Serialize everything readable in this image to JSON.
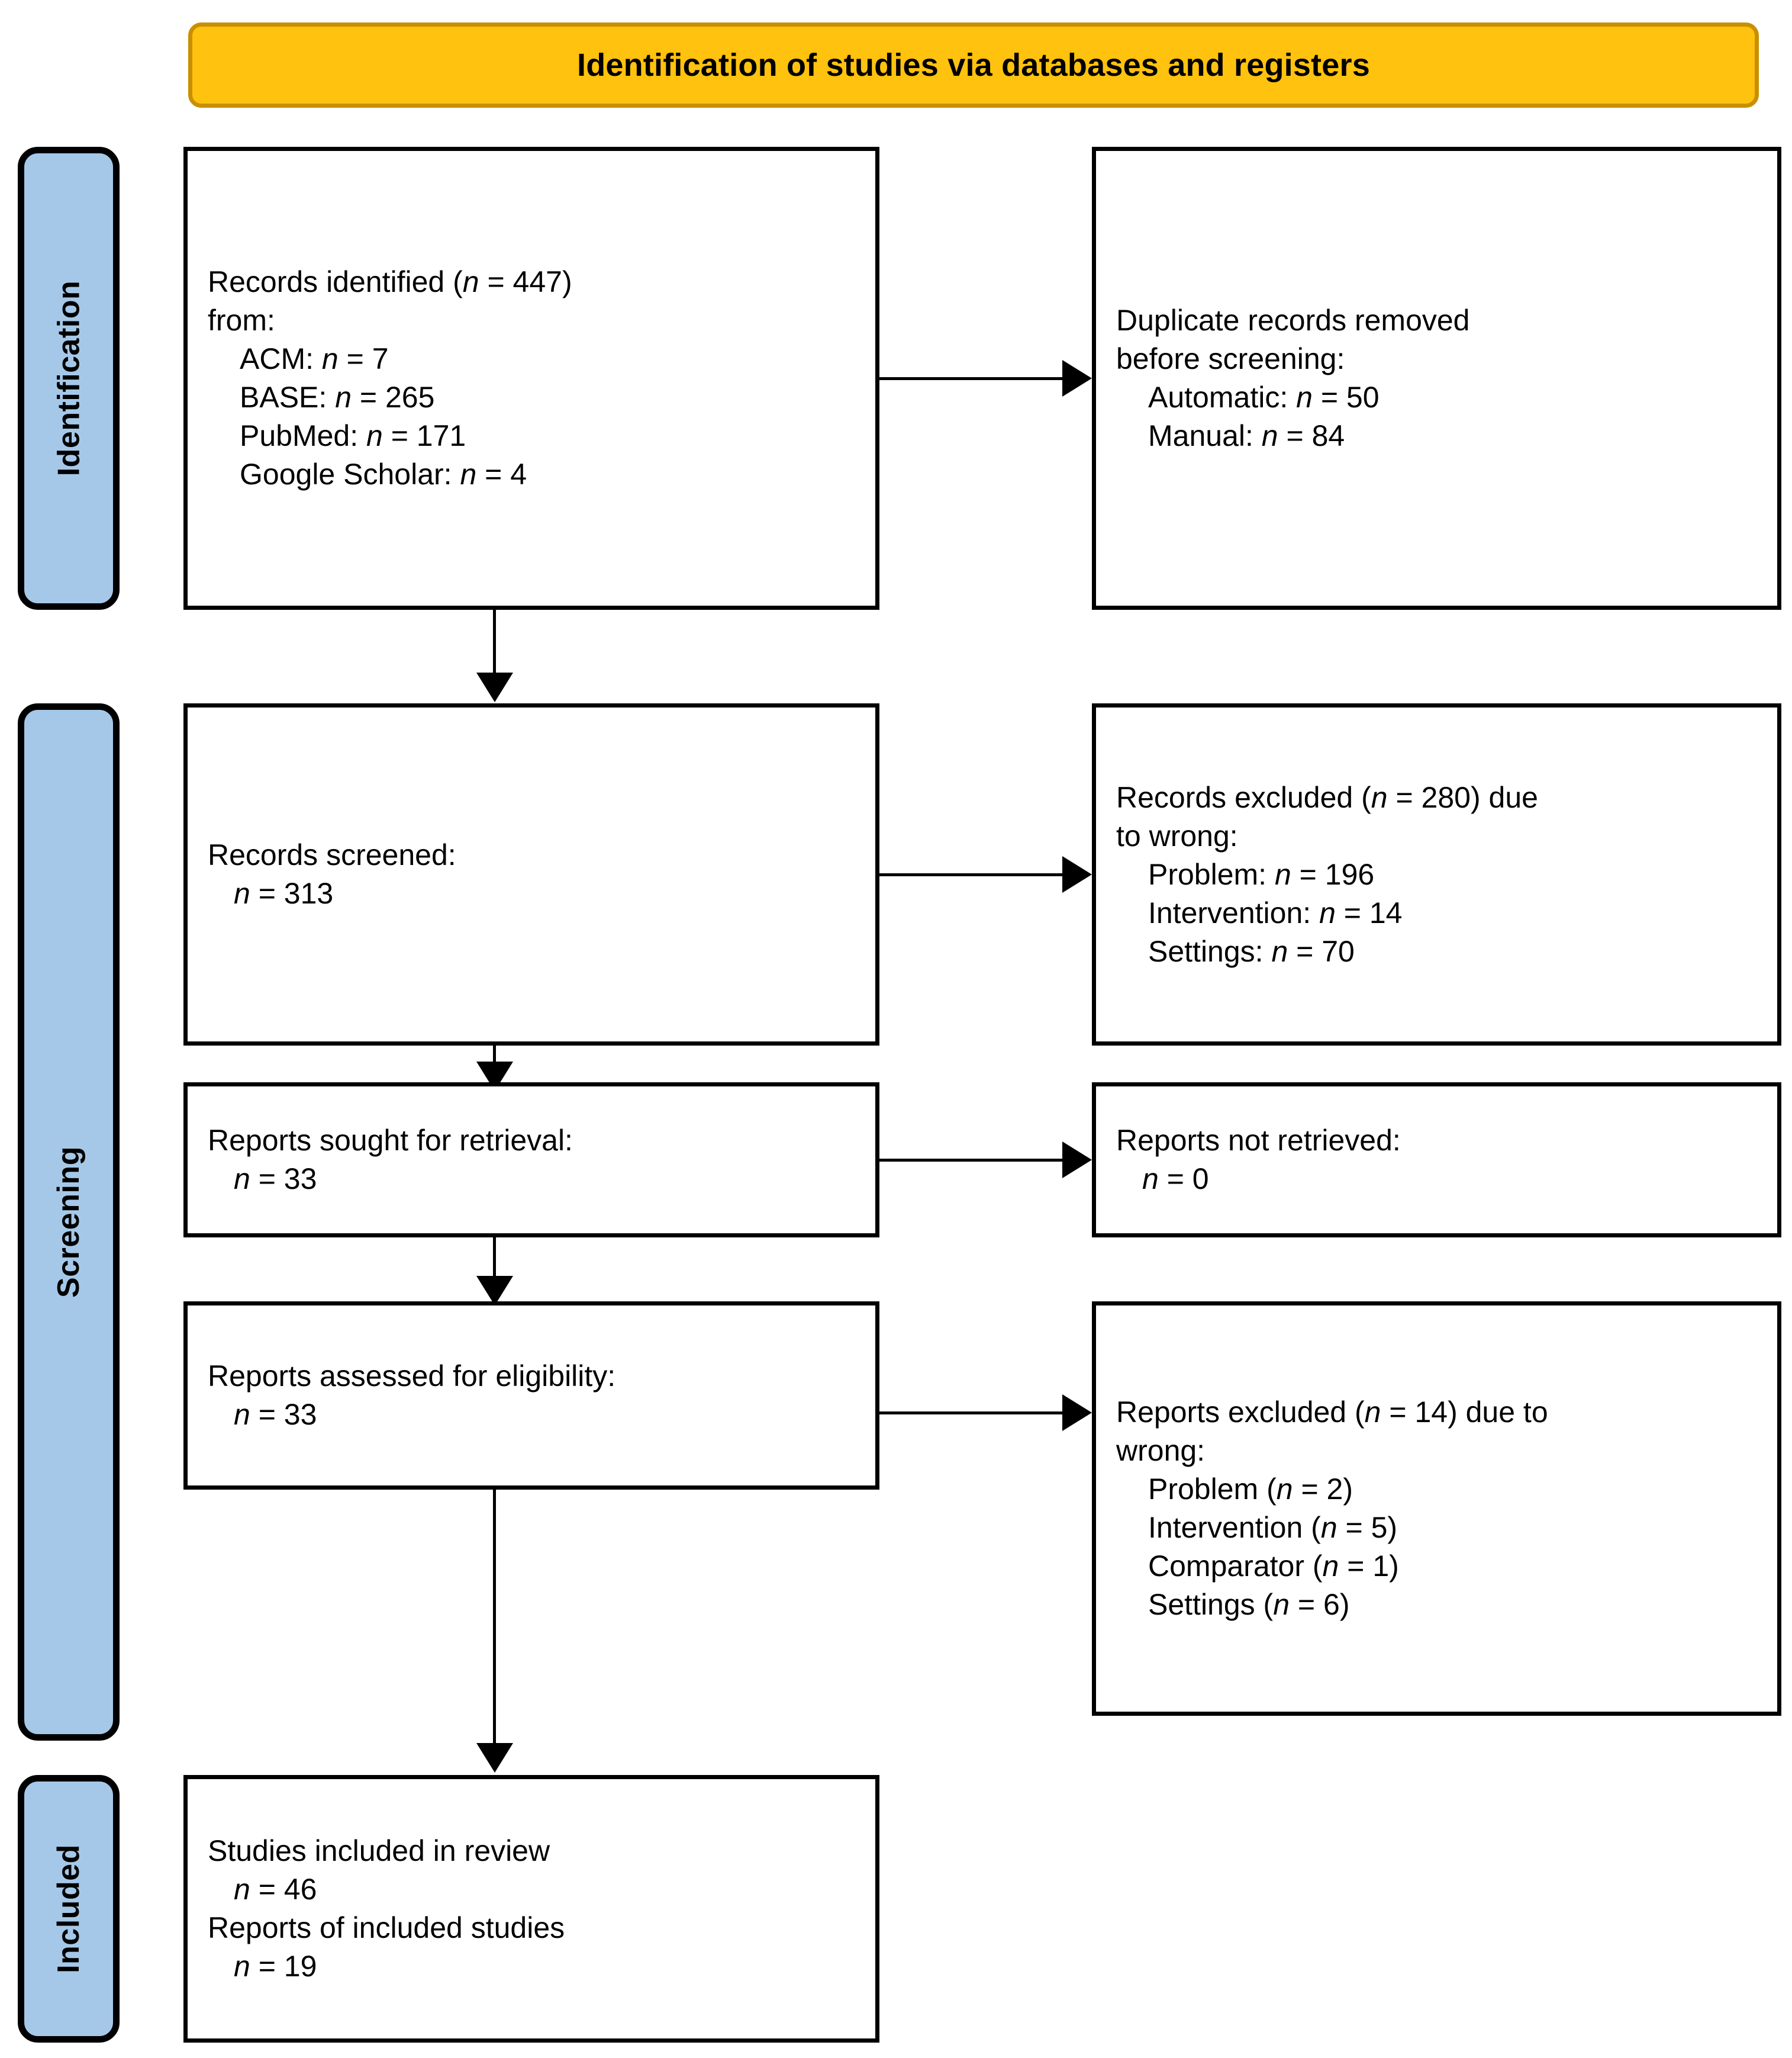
{
  "banner": {
    "title": "Identification of studies via databases and registers"
  },
  "stages": [
    {
      "id": "identification",
      "label": "Identification"
    },
    {
      "id": "screening",
      "label": "Screening"
    },
    {
      "id": "included",
      "label": "Included"
    }
  ],
  "boxes": {
    "records_identified": {
      "lines": [
        {
          "text": "Records identified (",
          "n": "n",
          "tail": " = 447)",
          "indent": 0
        },
        {
          "text": "from:",
          "indent": 0
        },
        {
          "text": "ACM: ",
          "n": "n",
          "tail": " = 7",
          "indent": 1
        },
        {
          "text": "BASE: ",
          "n": "n",
          "tail": " = 265",
          "indent": 1
        },
        {
          "text": "PubMed: ",
          "n": "n",
          "tail": " = 171",
          "indent": 1
        },
        {
          "text": "Google Scholar: ",
          "n": "n",
          "tail": " = 4",
          "indent": 1
        }
      ]
    },
    "duplicates_removed": {
      "lines": [
        {
          "text": "Duplicate records removed",
          "indent": 0
        },
        {
          "text": "before screening:",
          "indent": 0
        },
        {
          "text": "Automatic: ",
          "n": "n",
          "tail": " = 50",
          "indent": 1
        },
        {
          "text": "Manual: ",
          "n": "n",
          "tail": " = 84",
          "indent": 1
        }
      ]
    },
    "records_screened": {
      "lines": [
        {
          "text": "Records screened:",
          "indent": 0
        },
        {
          "text": "",
          "n": "n",
          "tail": " = 313",
          "indent": 2
        }
      ]
    },
    "records_excluded": {
      "lines": [
        {
          "text": "Records excluded (",
          "n": "n",
          "tail": " = 280) due",
          "indent": 0
        },
        {
          "text": "to wrong:",
          "indent": 0
        },
        {
          "text": "Problem: ",
          "n": "n",
          "tail": " = 196",
          "indent": 1
        },
        {
          "text": "Intervention: ",
          "n": "n",
          "tail": " = 14",
          "indent": 1
        },
        {
          "text": "Settings: ",
          "n": "n",
          "tail": " = 70",
          "indent": 1
        }
      ]
    },
    "reports_sought": {
      "lines": [
        {
          "text": "Reports sought for retrieval:",
          "indent": 0
        },
        {
          "text": "",
          "n": "n",
          "tail": " = 33",
          "indent": 2
        }
      ]
    },
    "reports_not_retrieved": {
      "lines": [
        {
          "text": "Reports not retrieved:",
          "indent": 0
        },
        {
          "text": "",
          "n": "n",
          "tail": " = 0",
          "indent": 2
        }
      ]
    },
    "reports_assessed": {
      "lines": [
        {
          "text": "Reports assessed for eligibility:",
          "indent": 0
        },
        {
          "text": "",
          "n": "n",
          "tail": " = 33",
          "indent": 2
        }
      ]
    },
    "reports_excluded": {
      "lines": [
        {
          "text": "Reports excluded (",
          "n": "n",
          "tail": " = 14) due to",
          "indent": 0
        },
        {
          "text": "wrong:",
          "indent": 0
        },
        {
          "text": "Problem (",
          "n": "n",
          "tail": " = 2)",
          "indent": 1
        },
        {
          "text": "Intervention (",
          "n": "n",
          "tail": " = 5)",
          "indent": 1
        },
        {
          "text": "Comparator (",
          "n": "n",
          "tail": " = 1)",
          "indent": 1
        },
        {
          "text": "Settings (",
          "n": "n",
          "tail": " = 6)",
          "indent": 1
        }
      ]
    },
    "studies_included": {
      "lines": [
        {
          "text": "Studies included in review",
          "indent": 0
        },
        {
          "text": "",
          "n": "n",
          "tail": " = 46",
          "indent": 2
        },
        {
          "text": "Reports of included studies",
          "indent": 0
        },
        {
          "text": "",
          "n": "n",
          "tail": " = 19",
          "indent": 2
        }
      ]
    }
  },
  "colors": {
    "banner_fill": "#FFC20E",
    "banner_border": "#C89000",
    "stage_fill": "#A6C8E8",
    "box_border": "#000000",
    "box_fill": "#FFFFFF",
    "text": "#000000"
  }
}
